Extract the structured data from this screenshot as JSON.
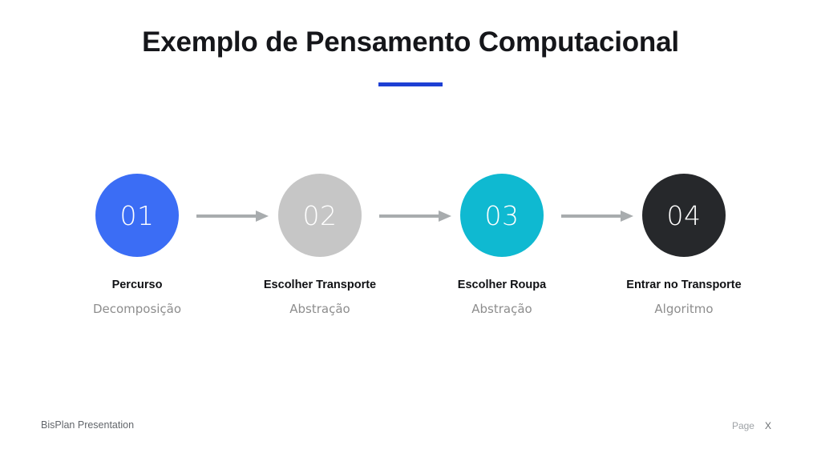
{
  "slide": {
    "title": "Exemplo de Pensamento Computacional",
    "accent_color": "#1d3fd4"
  },
  "steps": [
    {
      "number": "01",
      "title": "Percurso",
      "subtitle": "Decomposição",
      "color": "#3b6df5"
    },
    {
      "number": "02",
      "title": "Escolher Transporte",
      "subtitle": "Abstração",
      "color": "#c6c6c6"
    },
    {
      "number": "03",
      "title": "Escolher Roupa",
      "subtitle": "Abstração",
      "color": "#0fb9d1"
    },
    {
      "number": "04",
      "title": "Entrar no Transporte",
      "subtitle": "Algoritmo",
      "color": "#26282b"
    }
  ],
  "arrows": {
    "color": "#a8acae",
    "count": 3
  },
  "footer": {
    "left_text": "BisPlan Presentation",
    "page_label": "Page",
    "page_number": "X"
  }
}
